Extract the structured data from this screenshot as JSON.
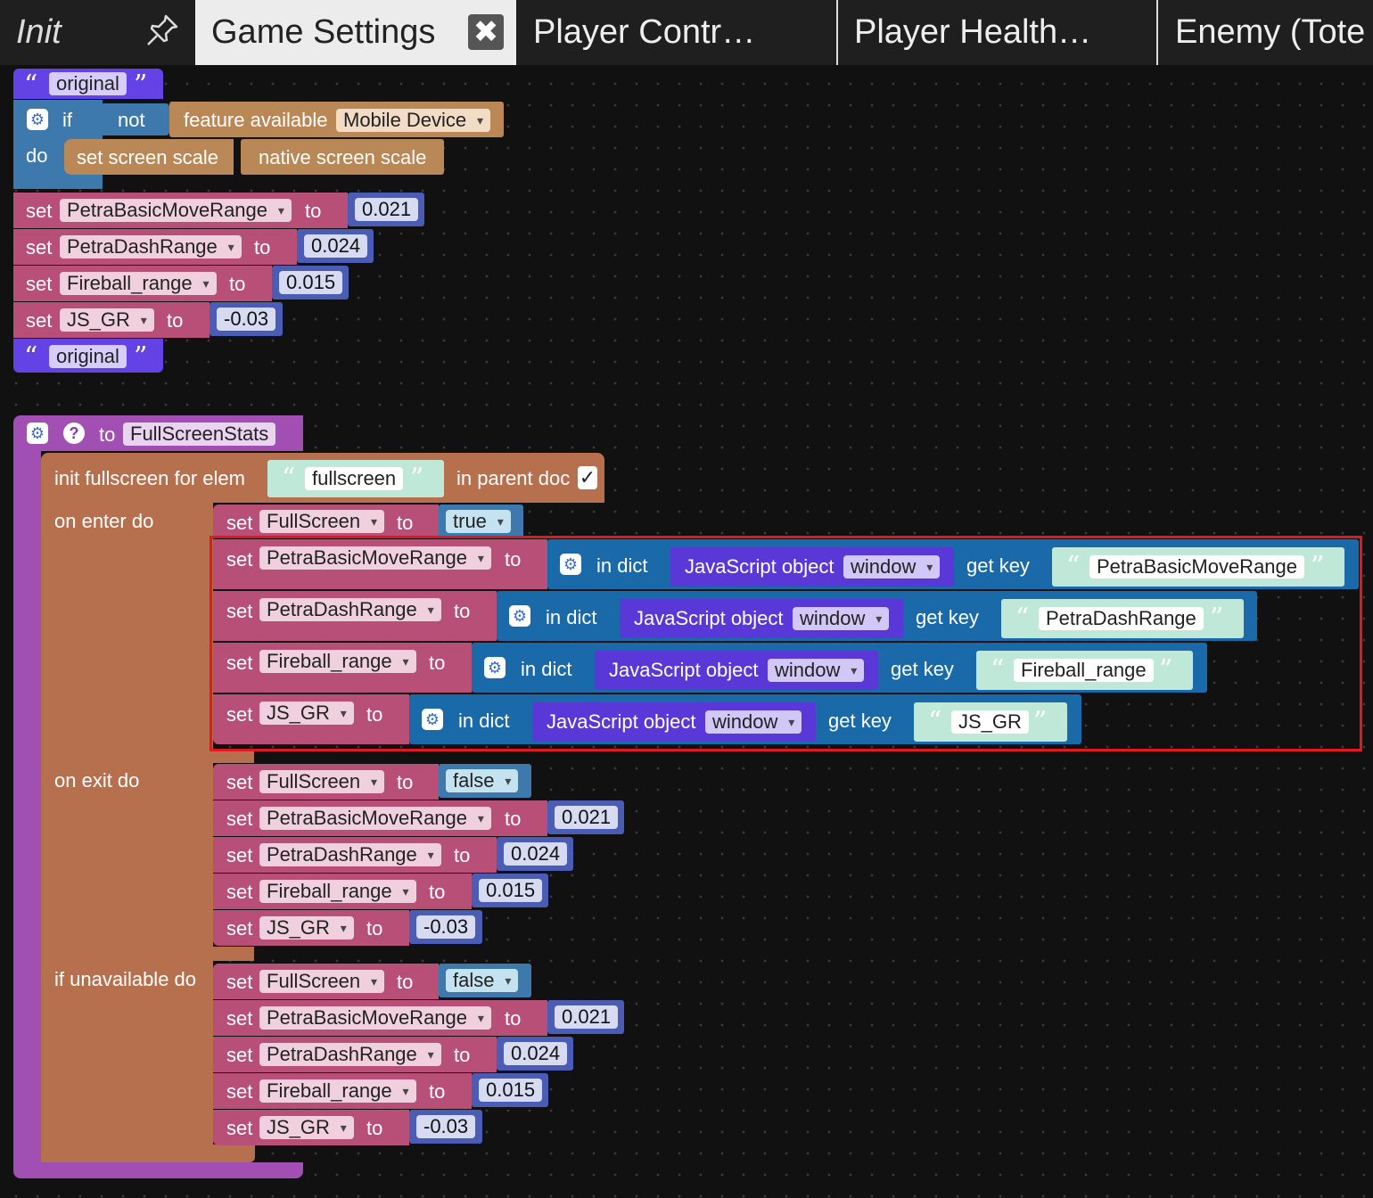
{
  "tabs": [
    {
      "label": "Init"
    },
    {
      "label": "Game Settings"
    },
    {
      "label": "Player Contr…"
    },
    {
      "label": "Player Health…"
    },
    {
      "label": "Enemy (Tote"
    }
  ],
  "icons": {
    "pin": "pin-icon",
    "close": "close-icon",
    "gear": "gear-icon",
    "help": "help-icon"
  },
  "kw": {
    "set": "set",
    "to": "to",
    "if": "if",
    "not": "not",
    "do": "do",
    "feature_available": "feature available",
    "set_screen_scale": "set screen scale",
    "native_screen_scale": "native screen scale",
    "init_fullscreen": "init fullscreen for elem",
    "in_parent_doc": "in parent doc",
    "check": "✓",
    "on_enter": "on enter do",
    "on_exit": "on exit do",
    "if_unavailable": "if unavailable do",
    "in_dict": "in dict",
    "js_object": "JavaScript object",
    "window": "window",
    "get_key": "get key",
    "open_quote": "“",
    "close_quote": "”"
  },
  "top": {
    "comment1": "original",
    "feature": "Mobile Device",
    "sets": [
      {
        "var": "PetraBasicMoveRange",
        "value": "0.021"
      },
      {
        "var": "PetraDashRange",
        "value": "0.024"
      },
      {
        "var": "Fireball_range",
        "value": "0.015"
      },
      {
        "var": "JS_GR",
        "value": "-0.03"
      }
    ],
    "comment2": "original"
  },
  "func": {
    "name": "FullScreenStats",
    "elem": "fullscreen",
    "enter": {
      "fullscreen_var": "FullScreen",
      "fullscreen_val": "true",
      "dict_sets": [
        {
          "var": "PetraBasicMoveRange",
          "key": "PetraBasicMoveRange"
        },
        {
          "var": "PetraDashRange",
          "key": "PetraDashRange"
        },
        {
          "var": "Fireball_range",
          "key": "Fireball_range"
        },
        {
          "var": "JS_GR",
          "key": "JS_GR"
        }
      ]
    },
    "exit": {
      "fullscreen_var": "FullScreen",
      "fullscreen_val": "false",
      "sets": [
        {
          "var": "PetraBasicMoveRange",
          "value": "0.021"
        },
        {
          "var": "PetraDashRange",
          "value": "0.024"
        },
        {
          "var": "Fireball_range",
          "value": "0.015"
        },
        {
          "var": "JS_GR",
          "value": "-0.03"
        }
      ]
    },
    "unavailable": {
      "fullscreen_var": "FullScreen",
      "fullscreen_val": "false",
      "sets": [
        {
          "var": "PetraBasicMoveRange",
          "value": "0.021"
        },
        {
          "var": "PetraDashRange",
          "value": "0.024"
        },
        {
          "var": "Fireball_range",
          "value": "0.015"
        },
        {
          "var": "JS_GR",
          "value": "-0.03"
        }
      ]
    }
  }
}
